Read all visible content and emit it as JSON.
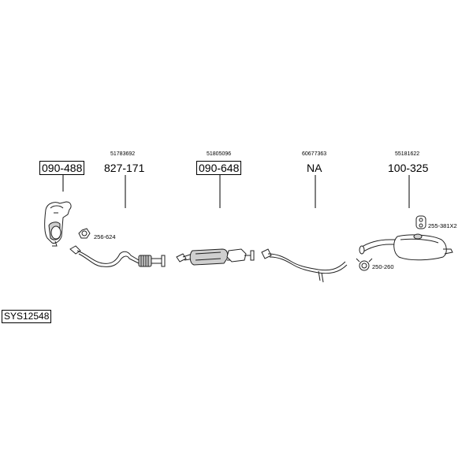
{
  "diagram": {
    "system_code": "SYS12548",
    "parts": [
      {
        "oem": "",
        "number": "090-488",
        "boxed": true
      },
      {
        "oem": "51783692",
        "number": "827-171",
        "boxed": false
      },
      {
        "oem": "51805096",
        "number": "090-648",
        "boxed": true
      },
      {
        "oem": "60677363",
        "number": "NA",
        "boxed": false
      },
      {
        "oem": "55181622",
        "number": "100-325",
        "boxed": false
      }
    ],
    "accessories": [
      {
        "label": "256-624"
      },
      {
        "label": "255-381X2"
      },
      {
        "label": "250-260"
      }
    ]
  }
}
